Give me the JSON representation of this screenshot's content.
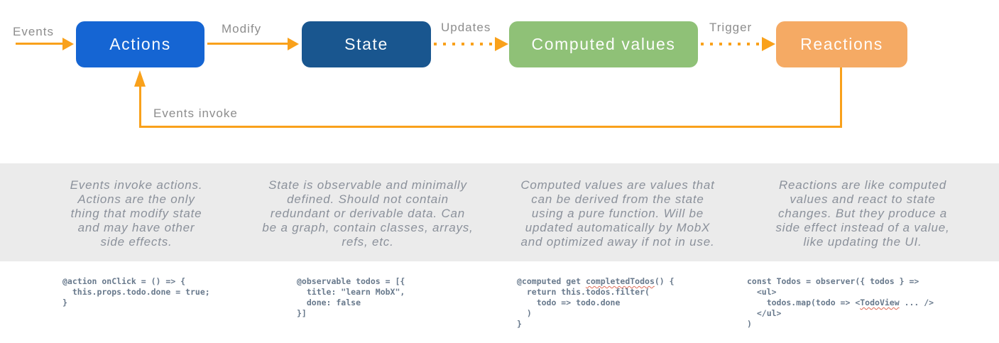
{
  "colors": {
    "arrow": "#f9a11b",
    "label": "#8d8d8d",
    "desc": "#8b919b",
    "code": "#68798c",
    "band": "#ebebeb",
    "squiggle": "#e06a55"
  },
  "diagram": {
    "nodes": [
      {
        "id": "actions",
        "label": "Actions",
        "color": "#1565d3"
      },
      {
        "id": "state",
        "label": "State",
        "color": "#19568f"
      },
      {
        "id": "computed",
        "label": "Computed values",
        "color": "#8fc177"
      },
      {
        "id": "reactions",
        "label": "Reactions",
        "color": "#f5aa64"
      }
    ],
    "edge_labels": {
      "events": "Events",
      "modify": "Modify",
      "updates": "Updates",
      "trigger": "Trigger",
      "feedback": "Events invoke"
    },
    "edge_styles": {
      "events": "solid",
      "modify": "solid",
      "updates": "dotted",
      "trigger": "dotted",
      "feedback": "solid-loop"
    }
  },
  "descriptions": [
    "Events invoke actions.\nActions are the only\nthing that modify state\nand may have other\nside effects.",
    "State is observable and minimally\ndefined. Should not contain\nredundant or derivable data. Can\nbe a graph, contain classes, arrays,\nrefs, etc.",
    "Computed values are values that\ncan be derived from the state\nusing a pure function. Will be\nupdated automatically by MobX\nand optimized away if not in use.",
    "Reactions are like computed\nvalues and react to state\nchanges. But they produce a\nside effect instead of a value,\nlike updating the UI."
  ],
  "code_samples": [
    {
      "segments": [
        {
          "text": "@action onClick = () => {\n  this.props.todo.done = true;\n}"
        }
      ]
    },
    {
      "segments": [
        {
          "text": "@observable todos = [{\n  title: \"learn MobX\",\n  done: false\n}]"
        }
      ]
    },
    {
      "segments": [
        {
          "text": "@computed get "
        },
        {
          "text": "completedTodos",
          "misspelled": true
        },
        {
          "text": "() {\n  return this.todos.filter(\n    todo => todo.done\n  )\n}"
        }
      ]
    },
    {
      "segments": [
        {
          "text": "const Todos = observer({ todos } =>\n  <ul>\n    todos.map(todo => <"
        },
        {
          "text": "TodoView",
          "misspelled": true
        },
        {
          "text": " ... />\n  </ul>\n)"
        }
      ]
    }
  ]
}
